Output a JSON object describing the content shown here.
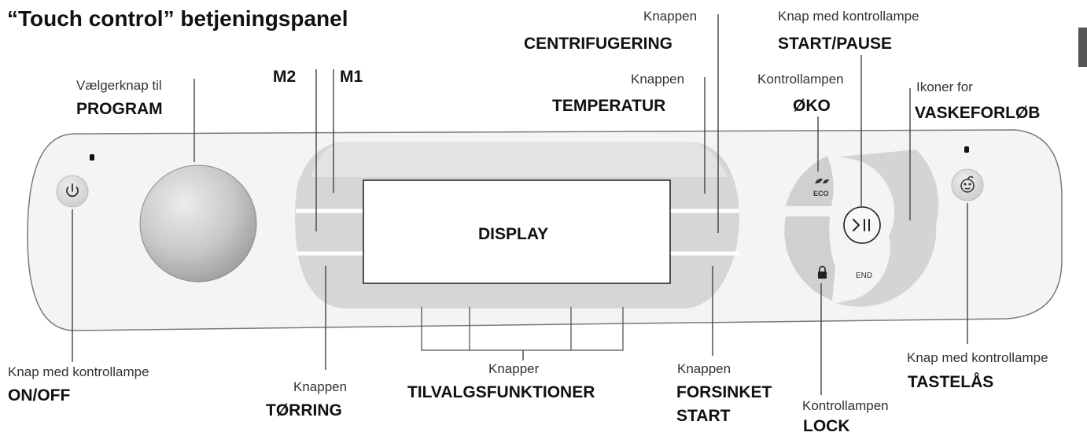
{
  "title": "“Touch control” betjeningspanel",
  "display_label": "DISPLAY",
  "eco_label": "ECO",
  "end_label": "END",
  "labels": {
    "program": {
      "small": "Vælgerknap til",
      "big": "PROGRAM"
    },
    "m2": "M2",
    "m1": "M1",
    "centrifugering": {
      "small": "Knappen",
      "big": "CENTRIFUGERING"
    },
    "temperatur": {
      "small": "Knappen",
      "big": "TEMPERATUR"
    },
    "start_pause": {
      "small": "Knap med kontrollampe",
      "big": "START/PAUSE"
    },
    "oko": {
      "small": "Kontrollampen",
      "big": "ØKO"
    },
    "vaskeforlob": {
      "small": "Ikoner for",
      "big": "VASKEFORLØB"
    },
    "on_off": {
      "small": "Knap med kontrollampe",
      "big": "ON/OFF"
    },
    "torring": {
      "small": "Knappen",
      "big": "TØRRING"
    },
    "tilvalg": {
      "small": "Knapper",
      "big": "TILVALGSFUNKTIONER"
    },
    "forsinket": {
      "small": "Knappen",
      "big1": "FORSINKET",
      "big2": "START"
    },
    "lock": {
      "small": "Kontrollampen",
      "big": "LOCK"
    },
    "tastelas": {
      "small": "Knap med kontrollampe",
      "big": "TASTELÅS"
    }
  },
  "colors": {
    "panel_fill": "#f3f3f3",
    "button_fill": "#dcdcdc",
    "accent_tab": "#555555"
  }
}
